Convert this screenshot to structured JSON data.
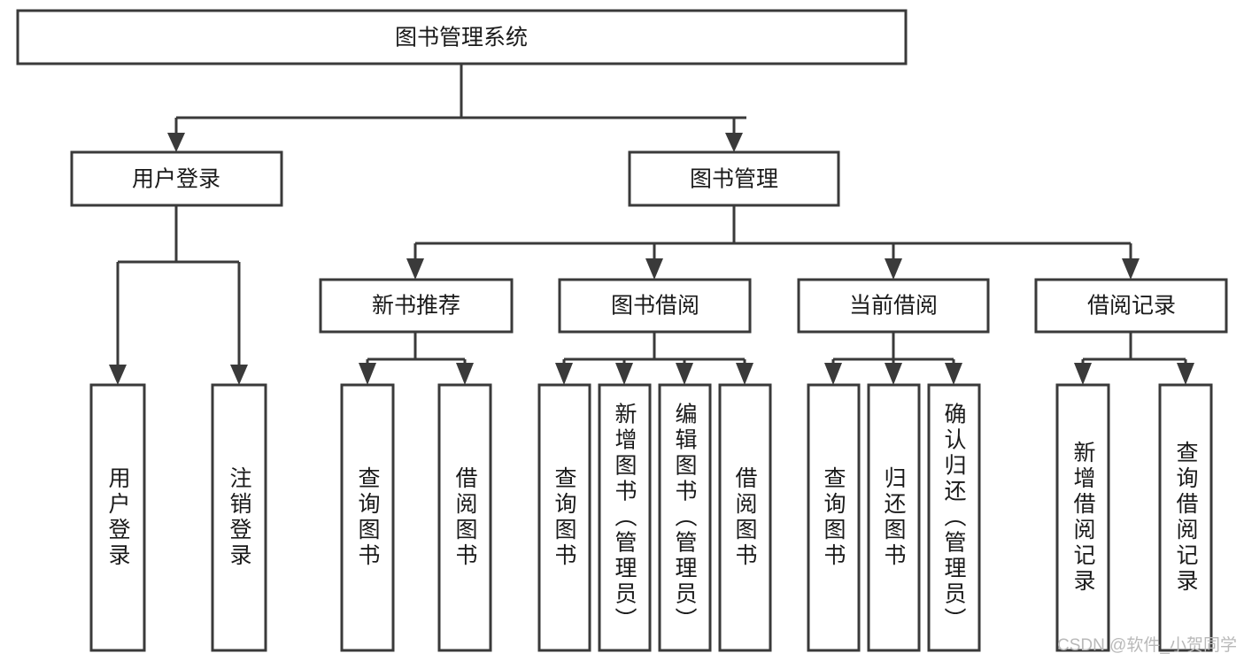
{
  "diagram": {
    "title": "图书管理系统",
    "watermark": "CSDN @软件_小贺同学",
    "colors": {
      "stroke": "#3a3a3a",
      "fill": "#ffffff",
      "text": "#1a1a1a",
      "watermark": "#b9b9b9"
    },
    "levels": {
      "root": {
        "label": "图书管理系统",
        "orientation": "horizontal"
      },
      "level2": [
        {
          "label": "用户登录",
          "orientation": "horizontal"
        },
        {
          "label": "图书管理",
          "orientation": "horizontal"
        }
      ],
      "level3": [
        {
          "label": "新书推荐",
          "orientation": "horizontal"
        },
        {
          "label": "图书借阅",
          "orientation": "horizontal"
        },
        {
          "label": "当前借阅",
          "orientation": "horizontal"
        },
        {
          "label": "借阅记录",
          "orientation": "horizontal"
        }
      ],
      "leaves": [
        {
          "label": "用户登录",
          "orientation": "vertical",
          "parent": "用户登录"
        },
        {
          "label": "注销登录",
          "orientation": "vertical",
          "parent": "用户登录"
        },
        {
          "label": "查询图书",
          "orientation": "vertical",
          "parent": "新书推荐"
        },
        {
          "label": "借阅图书",
          "orientation": "vertical",
          "parent": "新书推荐"
        },
        {
          "label": "查询图书",
          "orientation": "vertical",
          "parent": "图书借阅"
        },
        {
          "label": "新增图书（管理员）",
          "orientation": "vertical",
          "parent": "图书借阅"
        },
        {
          "label": "编辑图书（管理员）",
          "orientation": "vertical",
          "parent": "图书借阅"
        },
        {
          "label": "借阅图书",
          "orientation": "vertical",
          "parent": "图书借阅"
        },
        {
          "label": "查询图书",
          "orientation": "vertical",
          "parent": "当前借阅"
        },
        {
          "label": "归还图书",
          "orientation": "vertical",
          "parent": "当前借阅"
        },
        {
          "label": "确认归还（管理员）",
          "orientation": "vertical",
          "parent": "当前借阅"
        },
        {
          "label": "新增借阅记录",
          "orientation": "vertical",
          "parent": "借阅记录"
        },
        {
          "label": "查询借阅记录",
          "orientation": "vertical",
          "parent": "借阅记录"
        }
      ]
    }
  }
}
